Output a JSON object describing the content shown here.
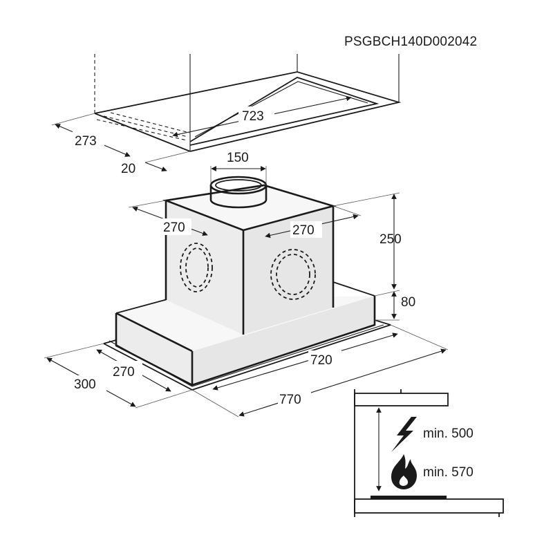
{
  "drawing": {
    "model_code": "PSGBCH140D002042",
    "cutout": {
      "width": "723",
      "depth": "273",
      "offset": "20"
    },
    "hood": {
      "duct_diameter": "150",
      "motor_depth": "270",
      "motor_width": "270",
      "motor_height": "250",
      "frame_height": "80",
      "frame_width": "720",
      "frame_depth": "270",
      "canopy_width": "770",
      "canopy_depth": "300"
    },
    "clearance": {
      "electric_label": "min. 500",
      "gas_label": "min. 570"
    }
  },
  "icons": {
    "electric": "lightning-bolt-icon",
    "gas": "flame-icon"
  },
  "colors": {
    "line": "#1a1a1a",
    "background": "#ffffff"
  }
}
